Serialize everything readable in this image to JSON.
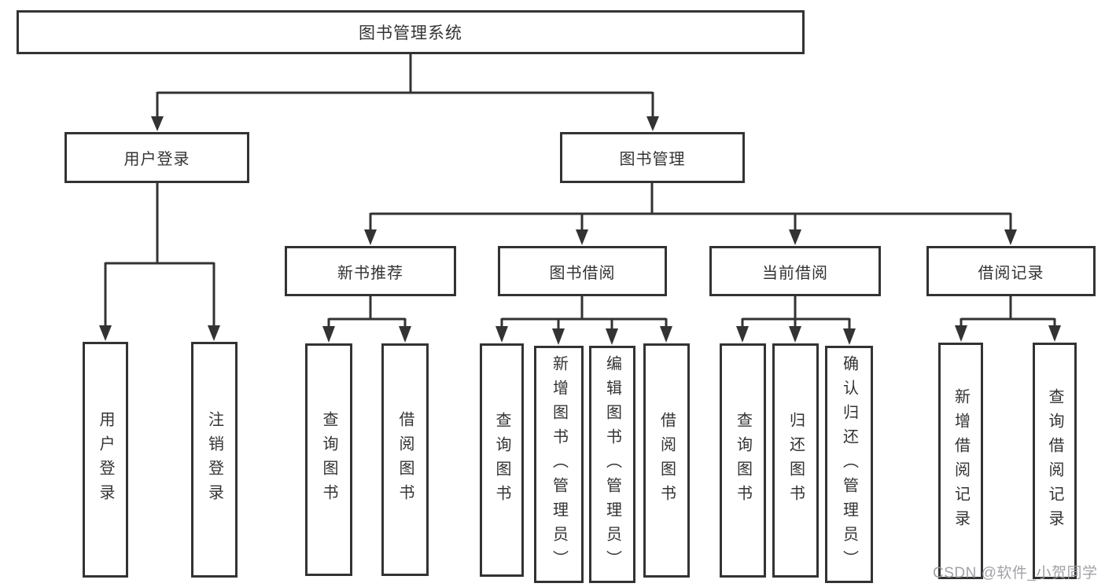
{
  "diagram": {
    "root_label": "图书管理系统",
    "branches": [
      {
        "label": "用户登录",
        "children": [
          "用户登录",
          "注销登录"
        ]
      },
      {
        "label": "图书管理",
        "sections": [
          {
            "label": "新书推荐",
            "children": [
              "查询图书",
              "借阅图书"
            ]
          },
          {
            "label": "图书借阅",
            "children": [
              "查询图书",
              "新增图书（管理员）",
              "编辑图书（管理员）",
              "借阅图书"
            ]
          },
          {
            "label": "当前借阅",
            "children": [
              "查询图书",
              "归还图书",
              "确认归还（管理员）"
            ]
          },
          {
            "label": "借阅记录",
            "children": [
              "新增借阅记录",
              "查询借阅记录"
            ]
          }
        ]
      }
    ],
    "watermark": "CSDN @软件_小贺同学",
    "colors": {
      "line": "#333333",
      "text": "#333333",
      "watermark": "#9999a0",
      "background": "#ffffff"
    }
  }
}
